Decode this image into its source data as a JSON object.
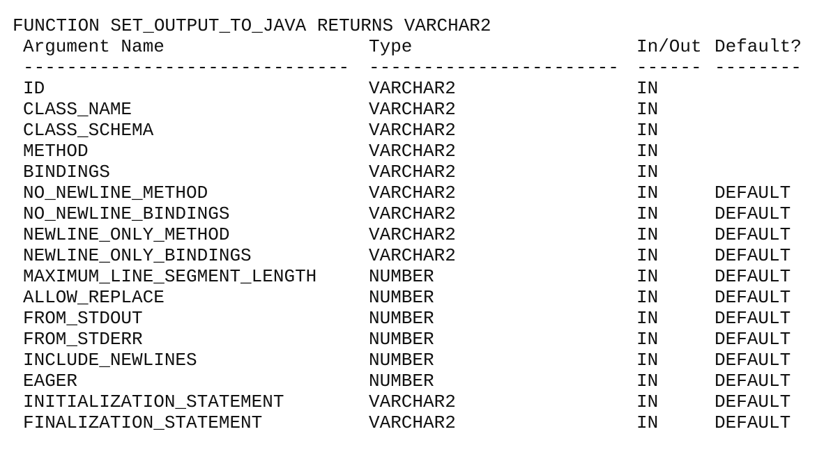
{
  "header": {
    "signature": "FUNCTION SET_OUTPUT_TO_JAVA RETURNS VARCHAR2"
  },
  "columns": {
    "name": "Argument Name",
    "type": "Type",
    "inout": "In/Out",
    "default": "Default?"
  },
  "separators": {
    "name": "------------------------------",
    "type": "-----------------------",
    "inout": "------",
    "default": "--------"
  },
  "rows": [
    {
      "name": "ID",
      "type": "VARCHAR2",
      "inout": "IN",
      "default": ""
    },
    {
      "name": "CLASS_NAME",
      "type": "VARCHAR2",
      "inout": "IN",
      "default": ""
    },
    {
      "name": "CLASS_SCHEMA",
      "type": "VARCHAR2",
      "inout": "IN",
      "default": ""
    },
    {
      "name": "METHOD",
      "type": "VARCHAR2",
      "inout": "IN",
      "default": ""
    },
    {
      "name": "BINDINGS",
      "type": "VARCHAR2",
      "inout": "IN",
      "default": ""
    },
    {
      "name": "NO_NEWLINE_METHOD",
      "type": "VARCHAR2",
      "inout": "IN",
      "default": "DEFAULT"
    },
    {
      "name": "NO_NEWLINE_BINDINGS",
      "type": "VARCHAR2",
      "inout": "IN",
      "default": "DEFAULT"
    },
    {
      "name": "NEWLINE_ONLY_METHOD",
      "type": "VARCHAR2",
      "inout": "IN",
      "default": "DEFAULT"
    },
    {
      "name": "NEWLINE_ONLY_BINDINGS",
      "type": "VARCHAR2",
      "inout": "IN",
      "default": "DEFAULT"
    },
    {
      "name": "MAXIMUM_LINE_SEGMENT_LENGTH",
      "type": "NUMBER",
      "inout": "IN",
      "default": "DEFAULT"
    },
    {
      "name": "ALLOW_REPLACE",
      "type": "NUMBER",
      "inout": "IN",
      "default": "DEFAULT"
    },
    {
      "name": "FROM_STDOUT",
      "type": "NUMBER",
      "inout": "IN",
      "default": "DEFAULT"
    },
    {
      "name": "FROM_STDERR",
      "type": "NUMBER",
      "inout": "IN",
      "default": "DEFAULT"
    },
    {
      "name": "INCLUDE_NEWLINES",
      "type": "NUMBER",
      "inout": "IN",
      "default": "DEFAULT"
    },
    {
      "name": "EAGER",
      "type": "NUMBER",
      "inout": "IN",
      "default": "DEFAULT"
    },
    {
      "name": "INITIALIZATION_STATEMENT",
      "type": "VARCHAR2",
      "inout": "IN",
      "default": "DEFAULT"
    },
    {
      "name": "FINALIZATION_STATEMENT",
      "type": "VARCHAR2",
      "inout": "IN",
      "default": "DEFAULT"
    }
  ]
}
